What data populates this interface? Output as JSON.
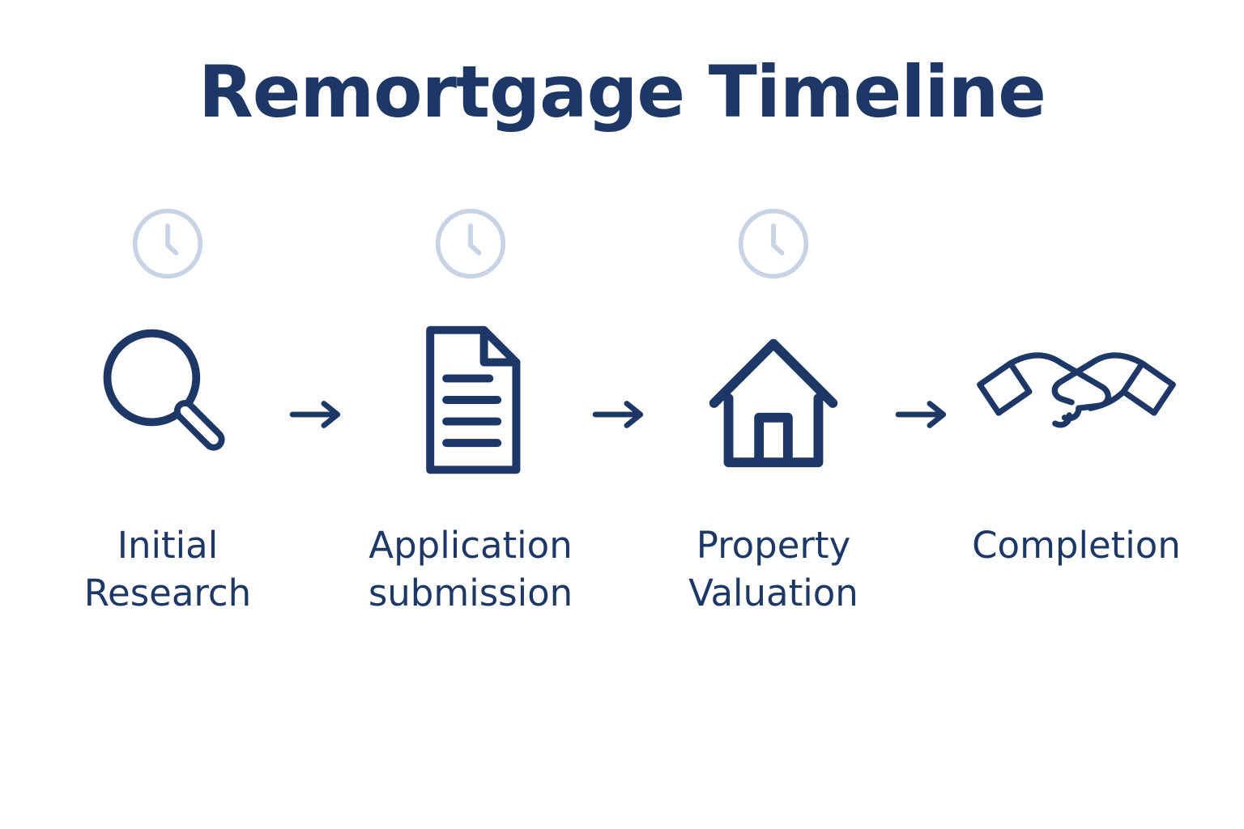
{
  "title": "Remortgage Timeline",
  "colors": {
    "primary": "#1d3766",
    "clock": "#c9d3e3",
    "background": "#ffffff"
  },
  "steps": [
    {
      "label_line1": "Initial",
      "label_line2": "Research",
      "icon": "magnifier-icon",
      "duration_icon": "clock-icon"
    },
    {
      "label_line1": "Application",
      "label_line2": "submission",
      "icon": "document-icon",
      "duration_icon": "clock-icon"
    },
    {
      "label_line1": "Property",
      "label_line2": "Valuation",
      "icon": "house-icon",
      "duration_icon": "clock-icon"
    },
    {
      "label_line1": "Completion",
      "label_line2": "",
      "icon": "handshake-icon",
      "duration_icon": ""
    }
  ],
  "connector": "arrow-right-icon"
}
